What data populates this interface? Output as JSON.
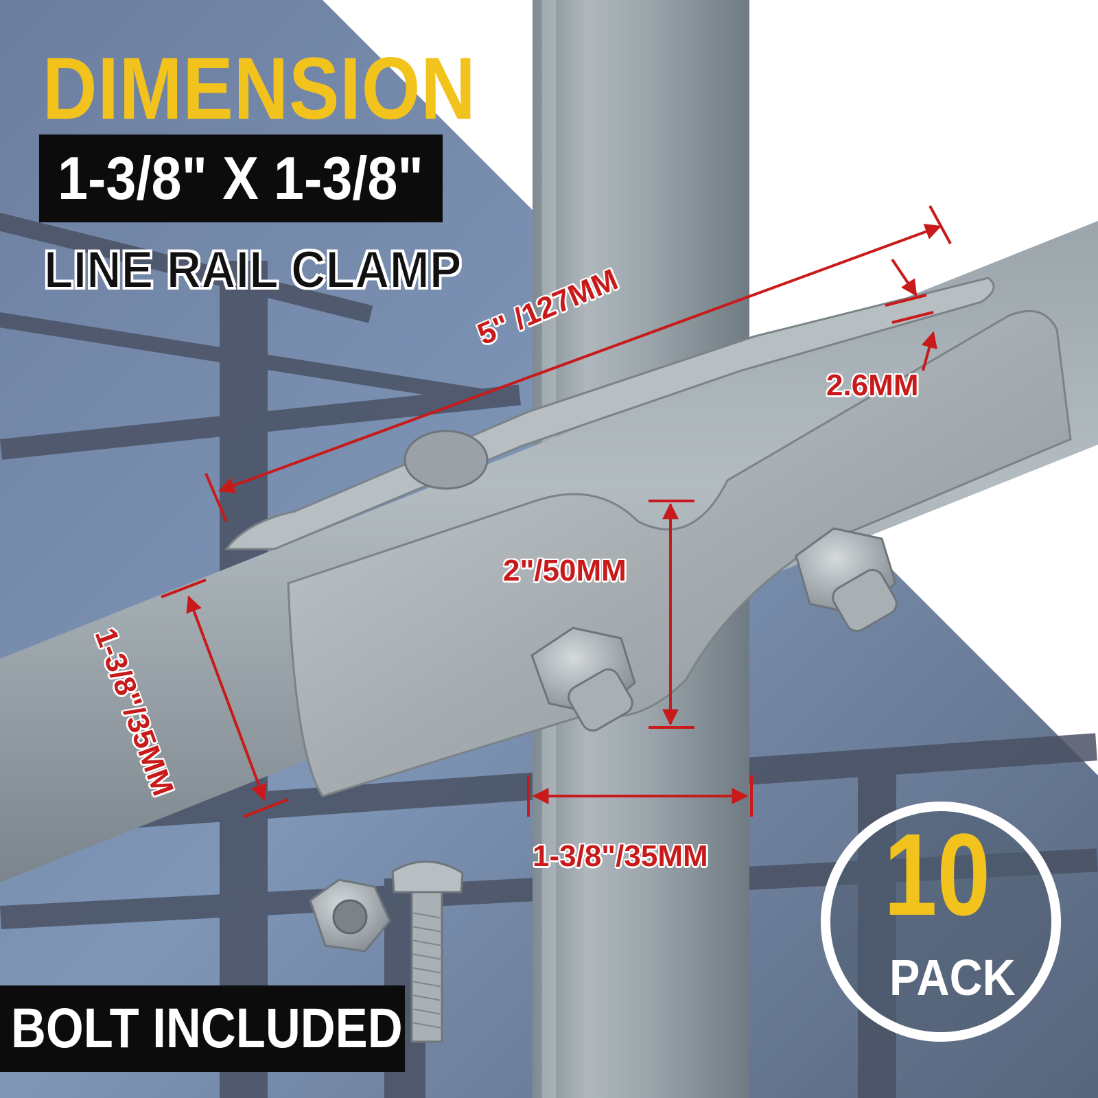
{
  "header": {
    "title": "DIMENSION",
    "size_spec": "1-3/8\" X 1-3/8\"",
    "subtitle": "LINE RAIL CLAMP"
  },
  "dimensions": {
    "length": "5\" /127MM",
    "thickness": "2.6MM",
    "height": "2\"/50MM",
    "pipe_left": "1-3/8\"/35MM",
    "pipe_vertical": "1-3/8\"/35MM"
  },
  "badge": {
    "number": "10",
    "unit": "PACK"
  },
  "bolt": {
    "label": "BOLT INCLUDED"
  },
  "colors": {
    "accent_yellow": "#f2c21d",
    "dimension_red": "#c81a1a",
    "dark_box": "#0c0c0c",
    "galvanized_steel": "#a3acb1"
  }
}
